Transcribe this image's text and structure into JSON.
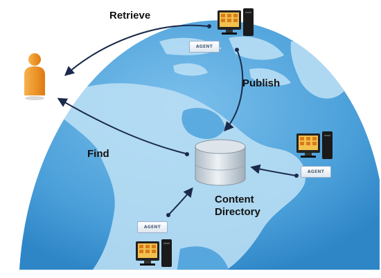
{
  "labels": {
    "retrieve": "Retrieve",
    "publish": "Publish",
    "find": "Find",
    "directory_line1": "Content",
    "directory_line2": "Directory"
  },
  "agent_label": "AGENT",
  "colors": {
    "ocean": "#4ea3dc",
    "land": "#b6dcf2",
    "arrow": "#1b2a4a",
    "user": "#f0901e",
    "db": "#c9d3dc"
  },
  "icons": [
    "user-icon",
    "computer-icon",
    "database-icon"
  ]
}
